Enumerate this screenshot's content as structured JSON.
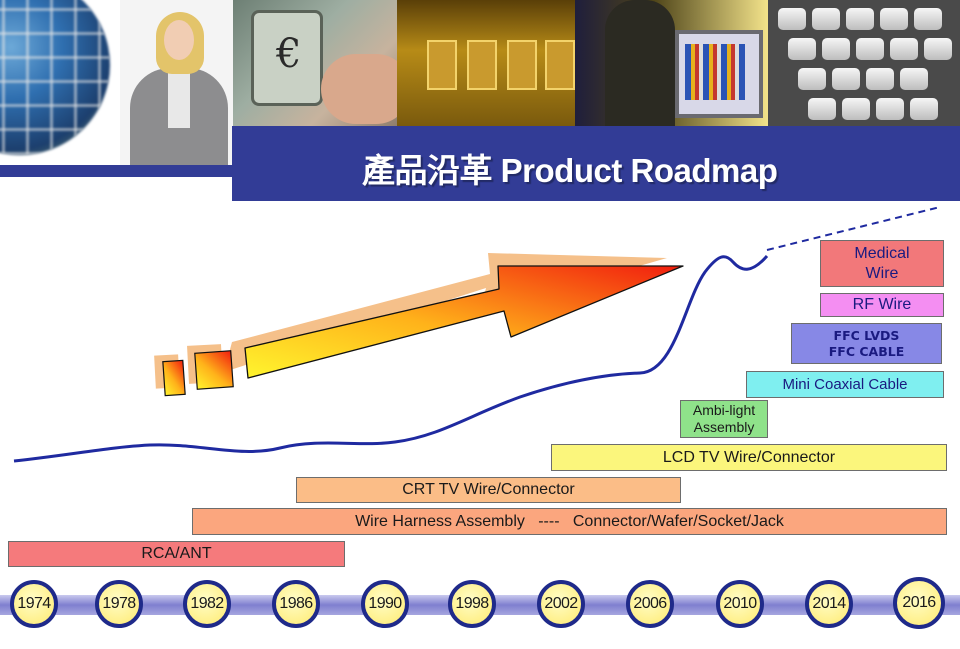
{
  "title": "產品沿革 Product Roadmap",
  "photos": [
    "globe",
    "businesswoman",
    "pda-euro",
    "circuit-chips",
    "computer-user",
    "keyboard"
  ],
  "colors": {
    "header_band": "#323c96",
    "curve": "#1f2aa0",
    "timeline_circle_border": "#1f2a8a",
    "timeline_circle_fill": "#fff08a"
  },
  "timeline_years": [
    "1974",
    "1978",
    "1982",
    "1986",
    "1990",
    "1998",
    "2002",
    "2006",
    "2010",
    "2014",
    "2016"
  ],
  "products": [
    {
      "label": "Medical\nWire",
      "color": "#f2787a"
    },
    {
      "label": "RF Wire",
      "color": "#f48ef2"
    },
    {
      "label": "FFC LVDS\nFFC CABLE",
      "color": "#8788e6"
    },
    {
      "label": "Mini Coaxial Cable",
      "color": "#7feff0"
    },
    {
      "label": "Ambi-light\nAssembly",
      "color": "#8fe28a"
    },
    {
      "label": "LCD TV Wire/Connector",
      "color": "#fbf67c"
    },
    {
      "label": "CRT TV Wire/Connector",
      "color": "#fbbd87"
    },
    {
      "label": "Wire Harness Assembly   ----   Connector/Wafer/Socket/Jack",
      "color": "#fba67e"
    },
    {
      "label": "RCA/ANT",
      "color": "#f57a7c"
    }
  ]
}
